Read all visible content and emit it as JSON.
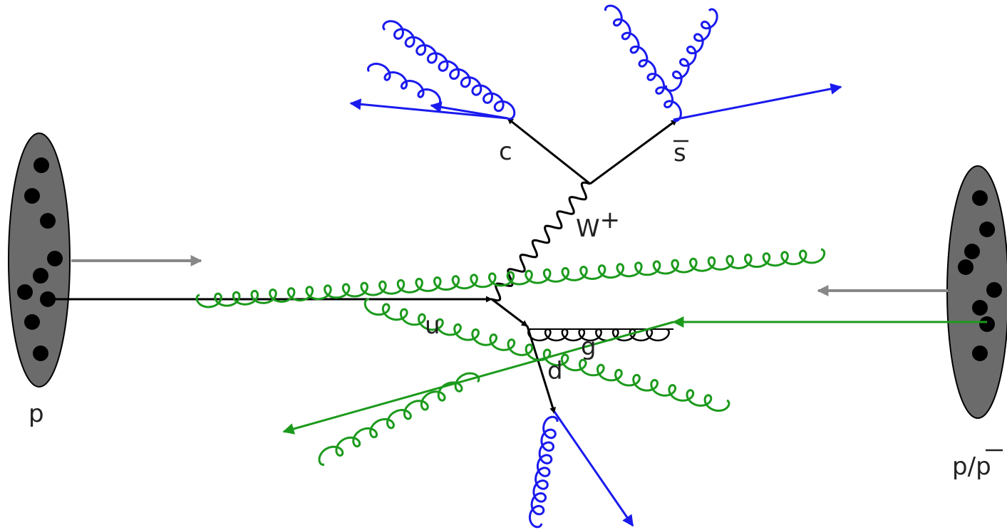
{
  "labels": {
    "proton_left": "p",
    "beam_right": "p/p",
    "beam_right_p1": "p",
    "beam_right_slash": "/",
    "beam_right_p2": "p",
    "quark_u": "u",
    "quark_d": "d",
    "gluon_g": "g",
    "w_boson": "W",
    "w_charge": "+",
    "quark_c": "c",
    "quark_sbar": "s"
  },
  "colors": {
    "hadron_fill": "#6b6b6b",
    "parton_dot": "#000000",
    "beam_arrow": "#888888",
    "initial_quark": "#000000",
    "isr_gluon": "#1c9a1c",
    "fsr_gluon": "#1a1aee",
    "remnant_track": "#1c9a1c",
    "jet_track": "#1a1aee",
    "w_boson": "#000000"
  },
  "icons": {
    "left_hadron": "proton-ellipse",
    "right_hadron": "proton-or-antiproton-ellipse",
    "w_line": "wavy-boson-line",
    "gluon_line": "curly-gluon-line"
  }
}
